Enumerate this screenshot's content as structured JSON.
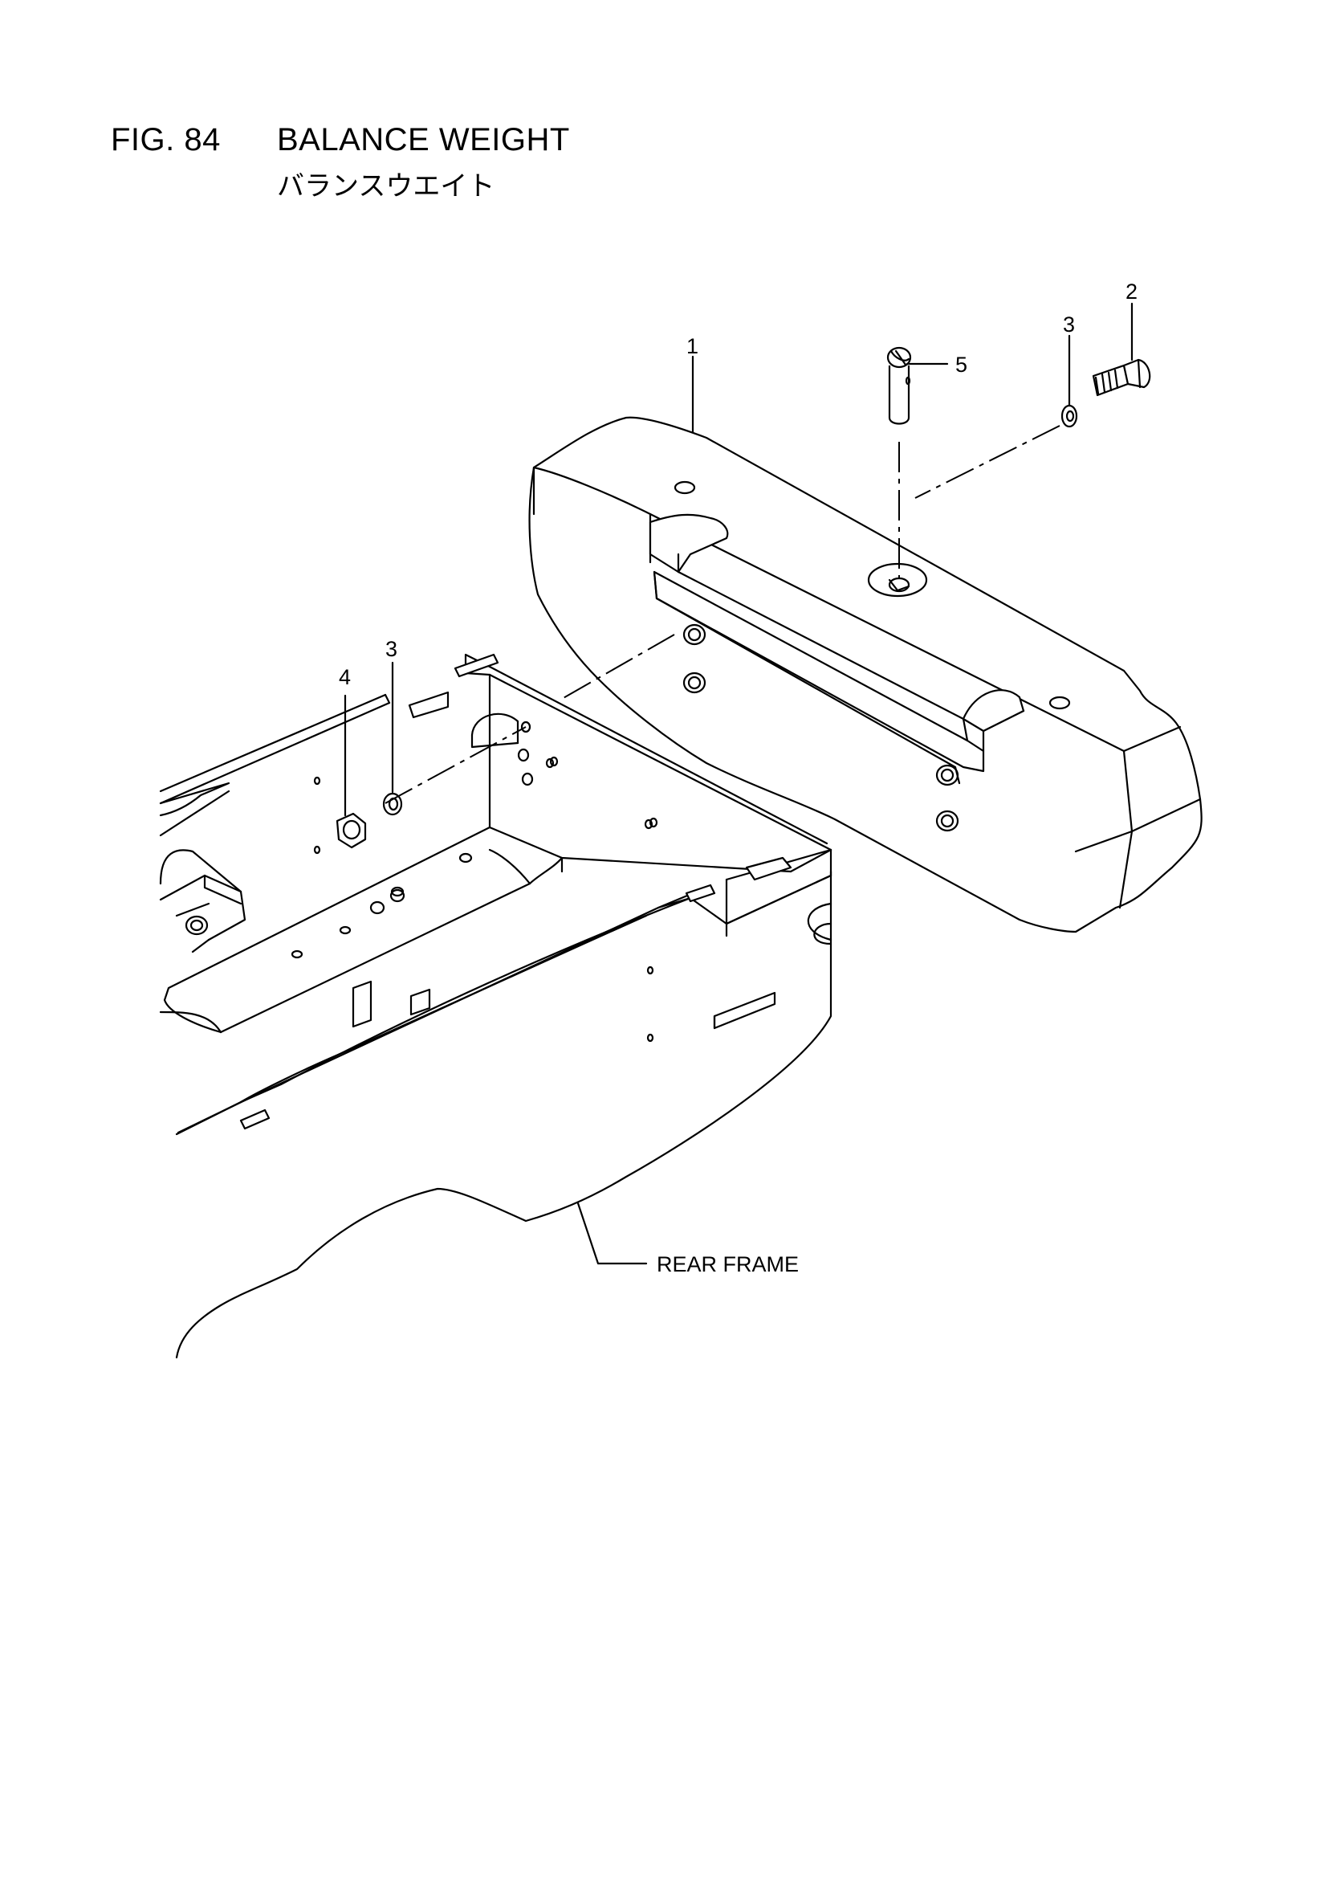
{
  "figure": {
    "number": "FIG. 84",
    "title": "BALANCE WEIGHT",
    "subtitle": "バランスウエイト"
  },
  "callouts": [
    {
      "id": "callout-1",
      "label": "1"
    },
    {
      "id": "callout-2",
      "label": "2"
    },
    {
      "id": "callout-3a",
      "label": "3"
    },
    {
      "id": "callout-3b",
      "label": "3"
    },
    {
      "id": "callout-4",
      "label": "4"
    },
    {
      "id": "callout-5",
      "label": "5"
    }
  ],
  "rear_frame_label": "REAR FRAME",
  "colors": {
    "line": "#000000",
    "background": "#ffffff"
  }
}
